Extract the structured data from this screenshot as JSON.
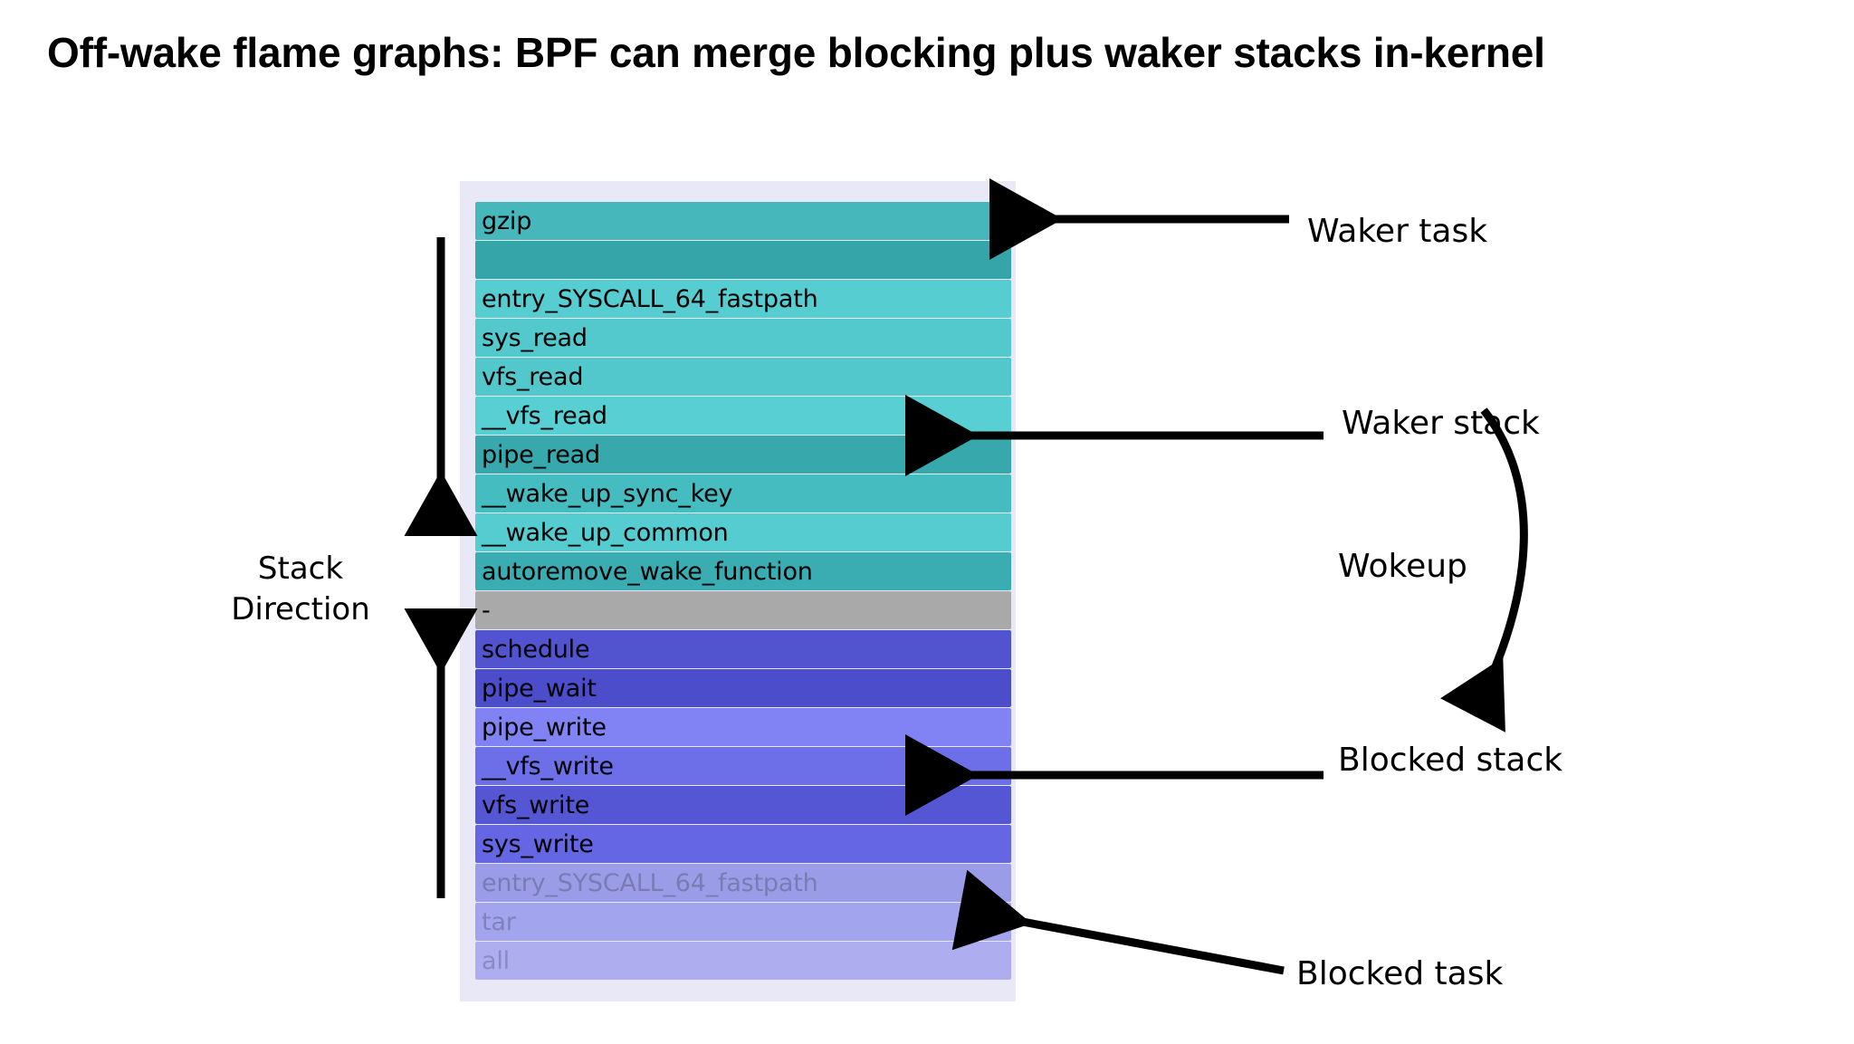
{
  "slide": {
    "title": "Off-wake flame graphs: BPF can merge blocking plus waker stacks in-kernel"
  },
  "flame_graph": {
    "background_color": "#e8e8f6",
    "frames": [
      {
        "label": "gzip",
        "color": "#46b8bc",
        "text_color": "#000000",
        "group": "waker-task"
      },
      {
        "label": "",
        "color": "#35a5a9",
        "text_color": "#000000",
        "group": "waker-stack"
      },
      {
        "label": "entry_SYSCALL_64_fastpath",
        "color": "#56cdd1",
        "text_color": "#000000",
        "group": "waker-stack"
      },
      {
        "label": "sys_read",
        "color": "#53c9cd",
        "text_color": "#000000",
        "group": "waker-stack"
      },
      {
        "label": "vfs_read",
        "color": "#52c8cc",
        "text_color": "#000000",
        "group": "waker-stack"
      },
      {
        "label": "__vfs_read",
        "color": "#57cfd3",
        "text_color": "#000000",
        "group": "waker-stack"
      },
      {
        "label": "pipe_read",
        "color": "#37a9ad",
        "text_color": "#000000",
        "group": "waker-stack"
      },
      {
        "label": "__wake_up_sync_key",
        "color": "#44bcc0",
        "text_color": "#000000",
        "group": "waker-stack"
      },
      {
        "label": "__wake_up_common",
        "color": "#55ccd0",
        "text_color": "#000000",
        "group": "waker-stack"
      },
      {
        "label": "autoremove_wake_function",
        "color": "#39adb1",
        "text_color": "#000000",
        "group": "waker-stack"
      },
      {
        "label": "-",
        "color": "#a9a9a9",
        "text_color": "#000000",
        "group": "separator"
      },
      {
        "label": "schedule",
        "color": "#5153cf",
        "text_color": "#000000",
        "group": "blocked-stack"
      },
      {
        "label": "pipe_wait",
        "color": "#4b4dcb",
        "text_color": "#000000",
        "group": "blocked-stack"
      },
      {
        "label": "pipe_write",
        "color": "#8183f5",
        "text_color": "#000000",
        "group": "blocked-stack"
      },
      {
        "label": "__vfs_write",
        "color": "#6d6fe9",
        "text_color": "#000000",
        "group": "blocked-stack"
      },
      {
        "label": "vfs_write",
        "color": "#5456d4",
        "text_color": "#000000",
        "group": "blocked-stack"
      },
      {
        "label": "sys_write",
        "color": "#6466e3",
        "text_color": "#000000",
        "group": "blocked-stack"
      },
      {
        "label": "entry_SYSCALL_64_fastpath",
        "color": "#9a9ce8",
        "text_color": "#7b7bb4",
        "group": "blocked-task"
      },
      {
        "label": "tar",
        "color": "#a2a4ee",
        "text_color": "#8181bc",
        "group": "blocked-task"
      },
      {
        "label": "all",
        "color": "#adadf0",
        "text_color": "#8a8ac2",
        "group": "blocked-task"
      }
    ]
  },
  "annotations": {
    "stack_direction": "Stack\nDirection",
    "waker_task": "Waker task",
    "waker_stack": "Waker stack",
    "wokeup": "Wokeup",
    "blocked_stack": "Blocked stack",
    "blocked_task": "Blocked task"
  }
}
